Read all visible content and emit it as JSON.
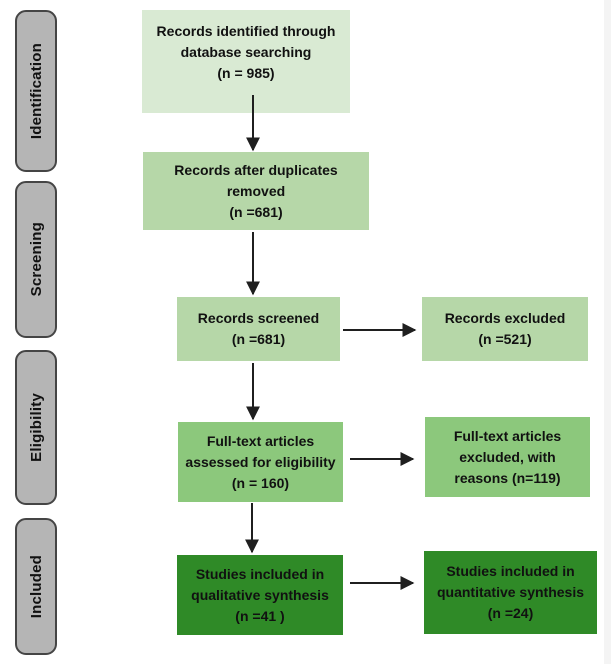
{
  "stages": [
    {
      "label": "Identification"
    },
    {
      "label": "Screening"
    },
    {
      "label": "Eligibility"
    },
    {
      "label": "Included"
    }
  ],
  "nodes": {
    "identified": {
      "lines": [
        "Records identified through",
        "database searching",
        "(n = 985)"
      ]
    },
    "duplicates_removed": {
      "lines": [
        "Records after duplicates",
        "removed",
        "(n =681)"
      ]
    },
    "screened": {
      "lines": [
        "Records screened",
        "(n =681)"
      ]
    },
    "records_excluded": {
      "lines": [
        "Records excluded",
        "(n =521)"
      ]
    },
    "fulltext_assessed": {
      "lines": [
        "Full-text articles",
        "assessed for eligibility",
        "(n = 160)"
      ]
    },
    "fulltext_excluded": {
      "lines": [
        "Full-text articles",
        "excluded, with",
        "reasons (n=119)"
      ]
    },
    "qualitative": {
      "lines": [
        "Studies included in",
        "qualitative synthesis",
        "(n =41 )"
      ]
    },
    "quantitative": {
      "lines": [
        "Studies included in",
        "quantitative synthesis",
        "(n =24)"
      ]
    }
  },
  "colors": {
    "box_lightest_green": "#d9ead3",
    "box_light_green": "#b6d7a8",
    "box_medium_green": "#8cc87c",
    "box_dark_green": "#2f8a27",
    "stage_fill": "#b5b5b5",
    "stage_border": "#454545",
    "arrow_color": "#1f1f1f",
    "text_color": "#111111",
    "page_background": "#ffffff",
    "page_edge": "#f4f4f4"
  }
}
